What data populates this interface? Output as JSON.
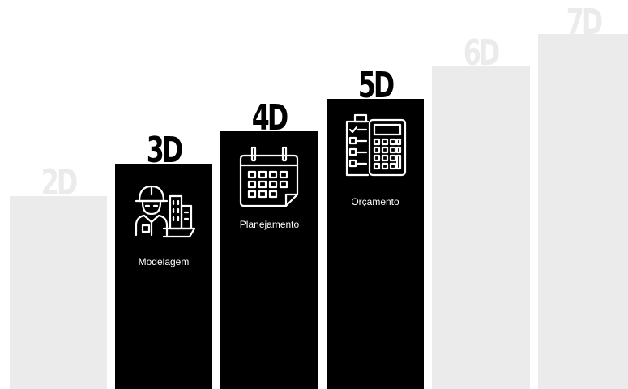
{
  "colors": {
    "active_bar": "#000000",
    "inactive_bar": "#ebebeb",
    "active_label": "#000000",
    "inactive_label": "#ebebeb",
    "caption": "#ffffff"
  },
  "steps": [
    {
      "label": "2D",
      "caption": "",
      "icon": "",
      "active": false
    },
    {
      "label": "3D",
      "caption": "Modelagem",
      "icon": "engineer-building-icon",
      "active": true
    },
    {
      "label": "4D",
      "caption": "Planejamento",
      "icon": "calendar-icon",
      "active": true
    },
    {
      "label": "5D",
      "caption": "Orçamento",
      "icon": "calculator-checklist-icon",
      "active": true
    },
    {
      "label": "6D",
      "caption": "",
      "icon": "",
      "active": false
    },
    {
      "label": "7D",
      "caption": "",
      "icon": "",
      "active": false
    }
  ]
}
